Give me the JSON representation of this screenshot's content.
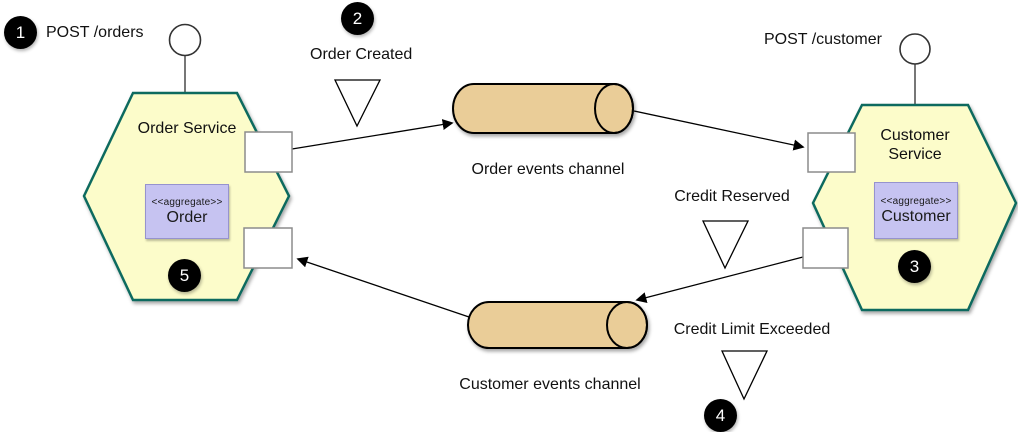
{
  "colors": {
    "background": "#ffffff",
    "service_fill": "#fcfcca",
    "service_border": "#0f6b5f",
    "aggregate_fill": "#c6c3f1",
    "aggregate_border": "#9693ce",
    "channel_fill": "#eacd98",
    "channel_border": "#000000",
    "port_fill": "#ffffff",
    "port_border": "#8c8c8c",
    "badge_fill": "#000000",
    "badge_text_color": "#ffffff",
    "text_color": "#111111"
  },
  "badges": {
    "step1": "1",
    "step2": "2",
    "step3": "3",
    "step4": "4",
    "step5": "5"
  },
  "annotations": {
    "post_orders": "POST /orders",
    "post_customer": "POST /customer",
    "order_created": "Order Created",
    "credit_reserved": "Credit Reserved",
    "credit_limit_exceeded": "Credit Limit Exceeded"
  },
  "services": {
    "order": {
      "name": "Order Service",
      "aggregate_stereotype": "<<aggregate>>",
      "aggregate_name": "Order"
    },
    "customer": {
      "name": "Customer Service",
      "aggregate_stereotype": "<<aggregate>>",
      "aggregate_name": "Customer"
    }
  },
  "channels": {
    "order_events": {
      "label": "Order events channel"
    },
    "customer_events": {
      "label": "Customer events channel"
    }
  }
}
